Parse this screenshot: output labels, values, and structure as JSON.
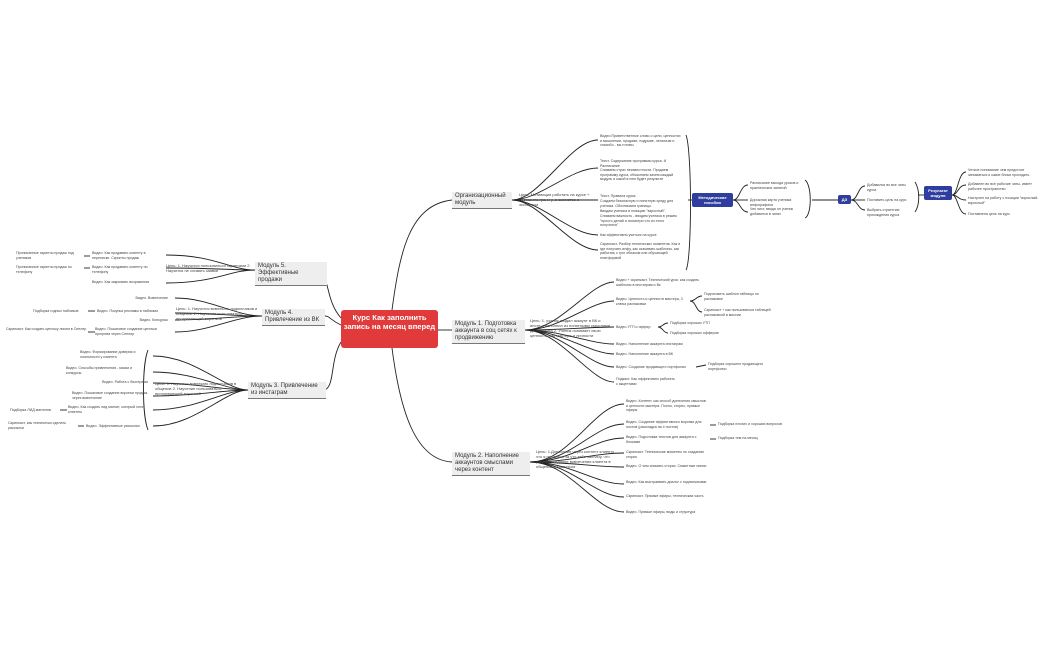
{
  "central": "Курс Как заполнить запись на месяц вперед",
  "top": {
    "module": "Организационный модуль",
    "goal": "Цель: Мотивация работать на курсе + поставила грани у, знакомство с экспертом",
    "items": [
      "Видео:Приветственное слово о цели, ценностях и мышлении, продаже, подрыве, легализм и спасибо - вы готовы",
      "Текст. Содержание программы курса. И Расписание",
      "Снимаем страх неизвестности. Продаем программу курса, объясняем зачем каждый модуль и какой в нем будет результат",
      "Текст. Правила курса.",
      "Создаем безопасную и понятную среду для ученика. Обозначаем границы.",
      "Вводим ученика в позицию \"взрослый\".",
      "Снимаем важность - вводим ученика в режим \"просто делай и посмотри что из этого получится\"",
      "Как эффективно учиться на курсе",
      "Скринкаст. Разбор технических моментов. Как и где получать инфу, как скачивать шаблоны, как работать с гугл облаком или обучающей платформой"
    ],
    "mentor": {
      "badge": "Методические пособия",
      "items": [
        "Расписание выхода уроков и практических занятий",
        "Дорожная карта ученика инфографика",
        "Чек лист, вводя он ученик добавился в чатах"
      ]
    },
    "dz": {
      "badge": "ДЗ",
      "items": [
        "Добавился во все чаты курса",
        "Поставить цель на курс",
        "Выбрать стратегию прохождения курса"
      ]
    },
    "results": {
      "badge": "Результат модуля",
      "items": [
        "Четкое понимание чем предстоит заниматься и какие блоки проходить",
        "Добавлен во все рабочие чаты- имеет рабочее пространство",
        "Настроен на работу с позиции \"взрослый- взрослый\"",
        "Поставлена цель на курс"
      ]
    }
  },
  "m1": {
    "module": "Модуль 1. Подготовка аккаунта в соц сетях к продвижению",
    "goal": "Цель: 1. ученик создал аккаунт в ВК и инсте и наполнил из понятными смыслами для клиента 2. Ученик понимает свою ценность, как мастера и личности",
    "items": [
      "Видео + скринкаст. Технический урок: как создать шаблоны в инстаграм и Вк",
      "Видео. Ценность и ценности мастера, 3 ключа распаковки",
      "Видео УТП и оффер",
      "Видео. Наполнение аккаунта инстаграм",
      "Видео. Наполнение аккаунта в ВК",
      "Видео. Создание продающего портфолио",
      "Подкаст. Как эффективно работать с акцентами"
    ],
    "sub_values": [
      "Подготовить шаблон таблицы по распаковке",
      "Скринкаст + как пользоваться таблицей распаковкой в миссии"
    ],
    "sub_utp": [
      "Подборка хороших УТП",
      "Подборка хороших офферов"
    ],
    "sub_portfolio": "Подборка хорошего продающего портфолио"
  },
  "m2": {
    "module": "Модуль 2. Наполнение аккаунтов смыслами через контент",
    "goal": "Цель: 1.Донесение через контент клиенту что я продаю и за что тебе заплачу, что ради 2. Создание вовлечения клиента в общение с мастером",
    "items": [
      "Видео. Контент, как способ донесения смыслов и ценности мастера. Посты, сторис, прямые эфиры",
      "Видео. Создание эффективного воронки для постов (раскладка на 4 постов)",
      "Видео. Подготовка текстов для аккаунта с блоками",
      "Скринкаст. Технические моменты по созданию сторис",
      "Видео. О чем снимать сторис. Сюжетные линии",
      "Видео. Как выстраивать диалог с подписчиками",
      "Скринкаст. Прямые эфиры, техническая часть",
      "Видео. Прямые эфиры, виды и структура"
    ],
    "sub_funnel": "Подборка плохих и хороших вопросов",
    "sub_texts": "Подборка тем на месяц"
  },
  "m5": {
    "module": "Модуль 5. Эффективные продажи",
    "goal": "Цель: 1. Научится пользоваться скриптами 2. Научится не сливать заявки",
    "items": [
      "Видео. Как продавать клиенту в переписке. Скрипты продаж",
      "Видео. Как продавать клиенту по телефону",
      "Видео. Как закрывать возражения"
    ],
    "subs": [
      "Прописанные скрипты продаж под учеников",
      "Прописанные скрипты продаж по телефону"
    ]
  },
  "m4": {
    "module": "Модуль 4. Привлечение из ВК",
    "goal": "Цель: 1. Научится вовлекать подписчиков и общение 2. Научение пользоваться прогревающей воронкой",
    "items": [
      "Видео. Вовлечение",
      "Видео. Покупка рекламы в пабликах",
      "Видео. Конкурсы",
      "Видео. Пошаговое создание цепочки прогрева через Сенлер"
    ],
    "subs": [
      "Подборка годных пабликов",
      "Скринкаст. Как создать цепочку писем в Сенлер"
    ]
  },
  "m3": {
    "module": "Модуль 3. Привлечение из инстаграм",
    "goal": "Цель: 1. Научится вовлекать подписчиков в общение 2. Научение пользоваться прогревающей воронкой",
    "items": [
      "Видео. Формирование доверия и лояльности у клиента",
      "Видео. Способы привлечения - маски и конкурсы",
      "Видео. Работа с блогерами",
      "Видео. Пошаговое создание воронки продаж через вовлечение",
      "Видео. Как создать лид магнит, который хотят клиенты",
      "Видео. Эффективные рассылки"
    ],
    "subs": [
      "Подборка ЛИД магнитов",
      "Скринкаст, как технически сделать рассылки"
    ]
  }
}
